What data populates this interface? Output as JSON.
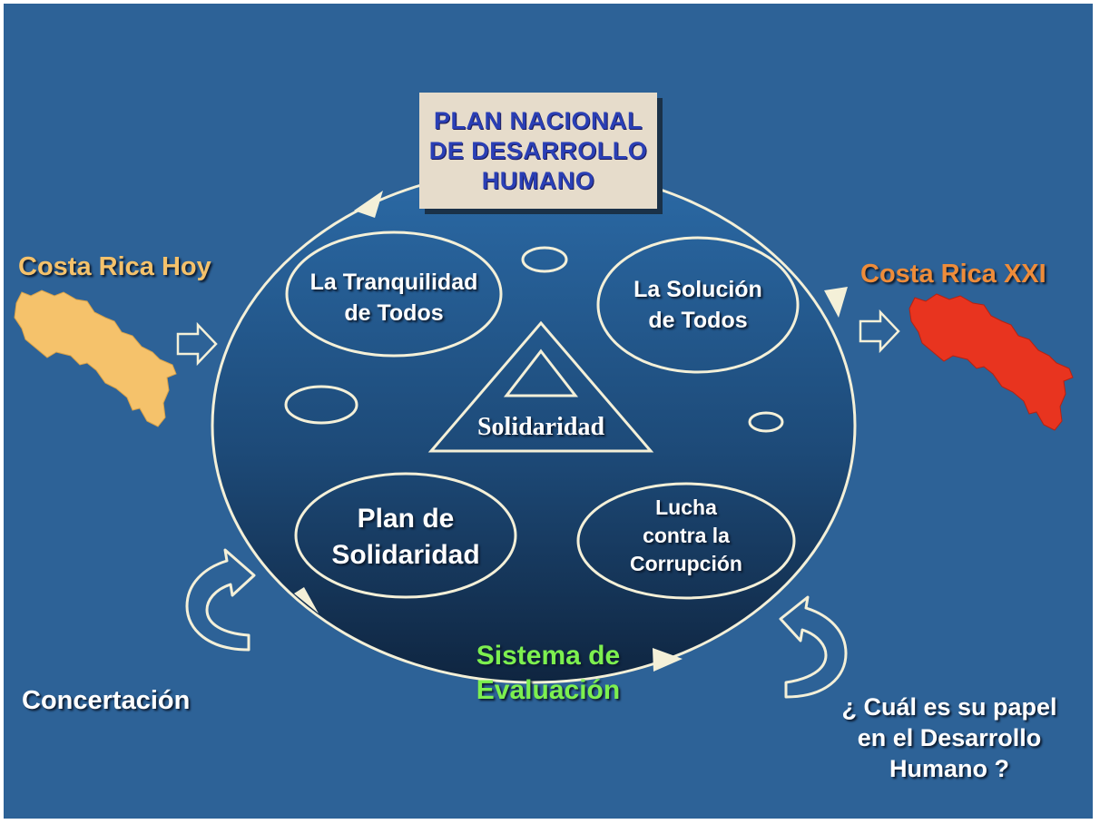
{
  "title_lines": [
    "PLAN NACIONAL",
    "DE DESARROLLO",
    "HUMANO"
  ],
  "left_label": "Costa Rica Hoy",
  "right_label": "Costa Rica XXI",
  "ellipses": {
    "tranquilidad": [
      "La Tranquilidad",
      "de Todos"
    ],
    "solucion": [
      "La Solución",
      "de Todos"
    ],
    "plan_solidaridad": [
      "Plan de",
      "Solidaridad"
    ],
    "lucha": [
      "Lucha",
      "contra la",
      "Corrupción"
    ]
  },
  "triangle_label": "Solidaridad",
  "evaluacion_lines": [
    "Sistema de",
    "Evaluación"
  ],
  "concertacion": "Concertación",
  "question_lines": [
    "¿ Cuál es su papel",
    "en el Desarrollo",
    "Humano ?"
  ],
  "colors": {
    "background": "#2d6297",
    "title_text": "#2a3fb5",
    "title_box": "#e6dccb",
    "costa_rica_hoy": "#f5c26b",
    "costa_rica_xxi": "#e8341f",
    "evaluacion": "#7df04f",
    "stroke": "#f4f0d8"
  }
}
